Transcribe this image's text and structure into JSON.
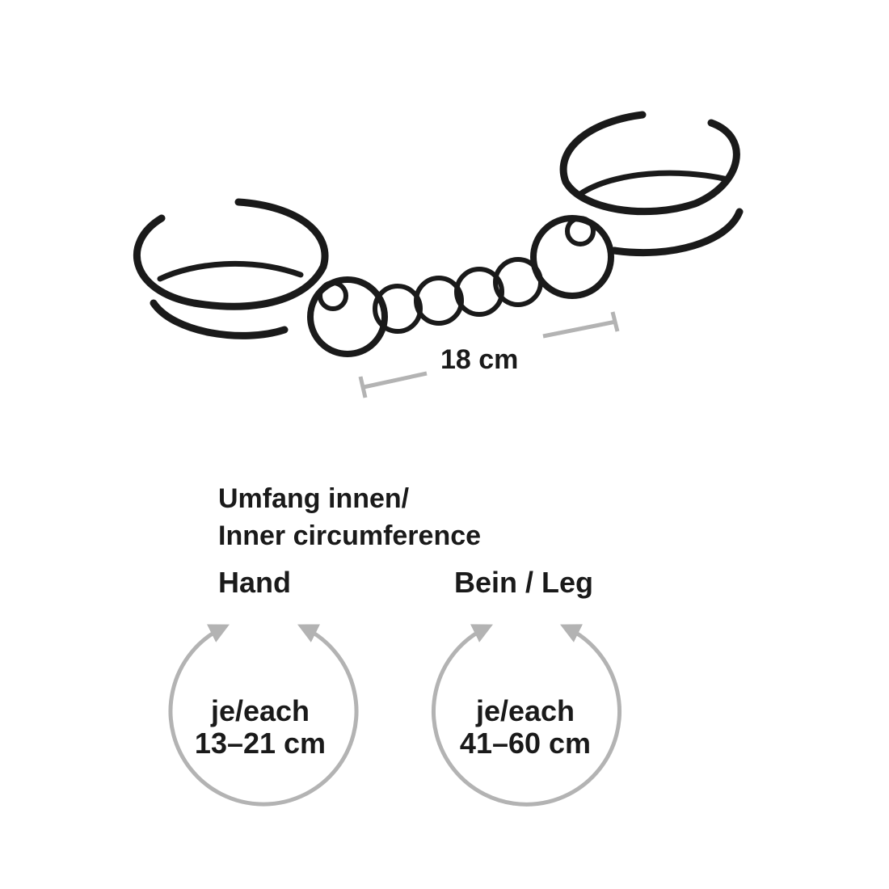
{
  "dimension": {
    "length_label": "18 cm"
  },
  "heading": {
    "line1": "Umfang innen/",
    "line2": "Inner circumference"
  },
  "hand": {
    "title": "Hand",
    "line1": "je/each",
    "line2": "13–21 cm"
  },
  "leg": {
    "title": "Bein / Leg",
    "line1": "je/each",
    "line2": "41–60 cm"
  },
  "colors": {
    "ink": "#1a1a1a",
    "gray": "#b3b3b3"
  }
}
